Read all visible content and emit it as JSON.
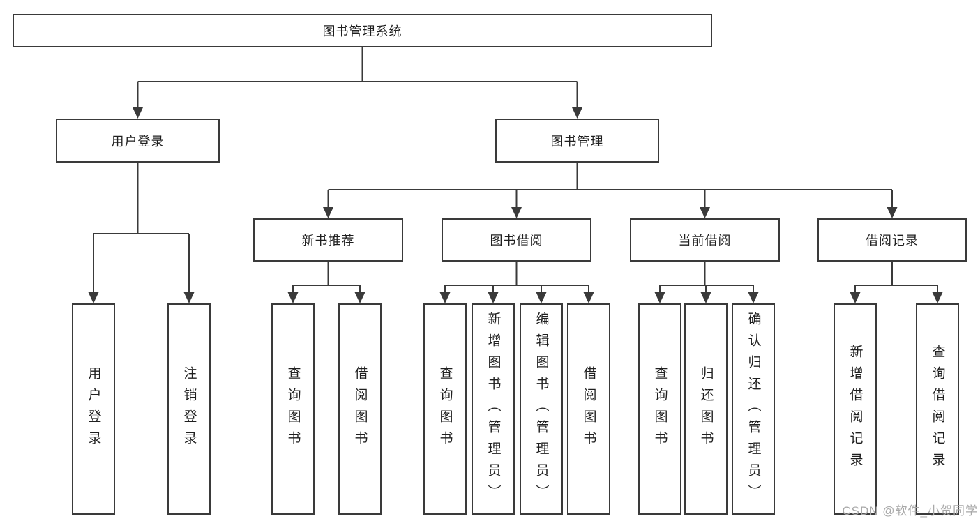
{
  "tree": {
    "root": "图书管理系统",
    "branches": [
      {
        "label": "用户登录",
        "children": [
          "用户登录",
          "注销登录"
        ]
      },
      {
        "label": "图书管理",
        "sections": [
          {
            "label": "新书推荐",
            "children": [
              "查询图书",
              "借阅图书"
            ]
          },
          {
            "label": "图书借阅",
            "children": [
              "查询图书",
              "新增图书（管理员）",
              "编辑图书（管理员）",
              "借阅图书"
            ]
          },
          {
            "label": "当前借阅",
            "children": [
              "查询图书",
              "归还图书",
              "确认归还（管理员）"
            ]
          },
          {
            "label": "借阅记录",
            "children": [
              "新增借阅记录",
              "查询借阅记录"
            ]
          }
        ]
      }
    ]
  },
  "colors": {
    "line": "#3a3a3a",
    "text": "#1f1f1f",
    "box_background": "#ffffff",
    "watermark": "#a8a8a8"
  },
  "watermark": {
    "text": "CSDN @软件_小贺同学"
  }
}
